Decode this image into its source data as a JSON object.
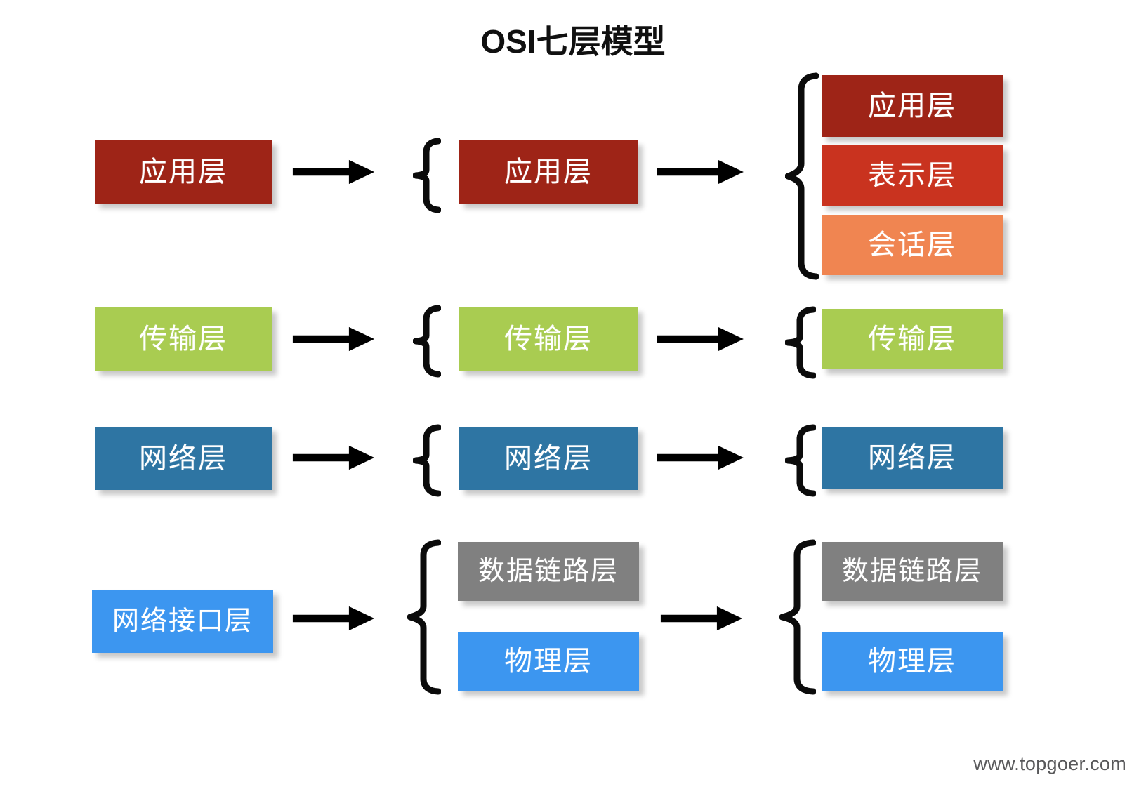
{
  "title": "OSI七层模型",
  "watermark": "www.topgoer.com",
  "colors": {
    "application_dark_red": "#9E2417",
    "presentation_red": "#C9331F",
    "session_orange": "#F08551",
    "transport_green": "#A9CC51",
    "network_steel_blue": "#2E75A3",
    "interface_bright_blue": "#3C96F0",
    "datalink_gray": "#808080",
    "physical_blue": "#3C96F0",
    "arrow_black": "#000000",
    "brace_black": "#0B0B0B",
    "text_white": "#FFFFFF",
    "title_black": "#101010",
    "watermark_gray": "#58585A",
    "background": "#FFFFFF"
  },
  "columns": [
    {
      "name": "tcpip-four-layer",
      "groups": [
        {
          "name": "application-group",
          "boxes": [
            {
              "label": "应用层",
              "color": "#9E2417"
            }
          ]
        },
        {
          "name": "transport-group",
          "boxes": [
            {
              "label": "传输层",
              "color": "#A9CC51"
            }
          ]
        },
        {
          "name": "network-group",
          "boxes": [
            {
              "label": "网络层",
              "color": "#2E75A3"
            }
          ]
        },
        {
          "name": "network-interface-group",
          "boxes": [
            {
              "label": "网络接口层",
              "color": "#3C96F0"
            }
          ]
        }
      ]
    },
    {
      "name": "tcpip-five-layer",
      "groups": [
        {
          "name": "application-group",
          "boxes": [
            {
              "label": "应用层",
              "color": "#9E2417"
            }
          ]
        },
        {
          "name": "transport-group",
          "boxes": [
            {
              "label": "传输层",
              "color": "#A9CC51"
            }
          ]
        },
        {
          "name": "network-group",
          "boxes": [
            {
              "label": "网络层",
              "color": "#2E75A3"
            }
          ]
        },
        {
          "name": "link-physical-group",
          "boxes": [
            {
              "label": "数据链路层",
              "color": "#808080"
            },
            {
              "label": "物理层",
              "color": "#3C96F0"
            }
          ]
        }
      ]
    },
    {
      "name": "osi-seven-layer",
      "groups": [
        {
          "name": "application-group",
          "boxes": [
            {
              "label": "应用层",
              "color": "#9E2417"
            },
            {
              "label": "表示层",
              "color": "#C9331F"
            },
            {
              "label": "会话层",
              "color": "#F08551"
            }
          ]
        },
        {
          "name": "transport-group",
          "boxes": [
            {
              "label": "传输层",
              "color": "#A9CC51"
            }
          ]
        },
        {
          "name": "network-group",
          "boxes": [
            {
              "label": "网络层",
              "color": "#2E75A3"
            }
          ]
        },
        {
          "name": "link-physical-group",
          "boxes": [
            {
              "label": "数据链路层",
              "color": "#808080"
            },
            {
              "label": "物理层",
              "color": "#3C96F0"
            }
          ]
        }
      ]
    }
  ],
  "boxes": {
    "c1_application": "应用层",
    "c1_transport": "传输层",
    "c1_network": "网络层",
    "c1_interface": "网络接口层",
    "c2_application": "应用层",
    "c2_transport": "传输层",
    "c2_network": "网络层",
    "c2_datalink": "数据链路层",
    "c2_physical": "物理层",
    "c3_application": "应用层",
    "c3_presentation": "表示层",
    "c3_session": "会话层",
    "c3_transport": "传输层",
    "c3_network": "网络层",
    "c3_datalink": "数据链路层",
    "c3_physical": "物理层"
  },
  "arrows": [
    {
      "name": "arrow-app-1to2"
    },
    {
      "name": "arrow-app-2to3"
    },
    {
      "name": "arrow-transport-1to2"
    },
    {
      "name": "arrow-transport-2to3"
    },
    {
      "name": "arrow-network-1to2"
    },
    {
      "name": "arrow-network-2to3"
    },
    {
      "name": "arrow-interface-1to2"
    },
    {
      "name": "arrow-interface-2to3"
    }
  ],
  "braces": [
    {
      "name": "brace-col2-application"
    },
    {
      "name": "brace-col3-application"
    },
    {
      "name": "brace-col2-transport"
    },
    {
      "name": "brace-col3-transport"
    },
    {
      "name": "brace-col2-network"
    },
    {
      "name": "brace-col3-network"
    },
    {
      "name": "brace-col2-link"
    },
    {
      "name": "brace-col3-link"
    }
  ]
}
